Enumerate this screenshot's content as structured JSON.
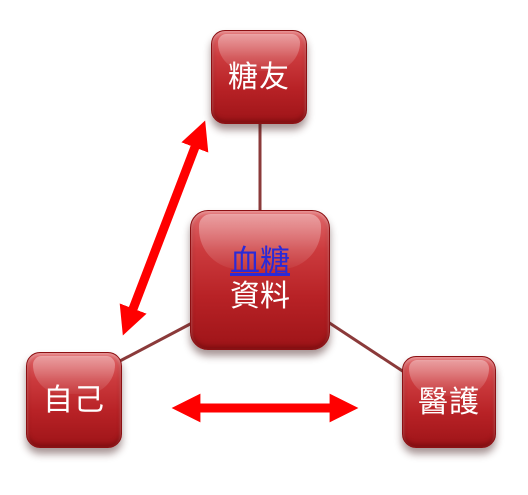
{
  "nodes": {
    "top": {
      "label": "糖友"
    },
    "left": {
      "label": "自己"
    },
    "right": {
      "label": "醫護"
    },
    "center": {
      "link_text": "血糖",
      "sub_text": "資料"
    }
  },
  "colors": {
    "node_fill": "#b82226",
    "connector": "#8b3a3a",
    "arrow": "#ff0000",
    "link": "#2a2ad8"
  }
}
